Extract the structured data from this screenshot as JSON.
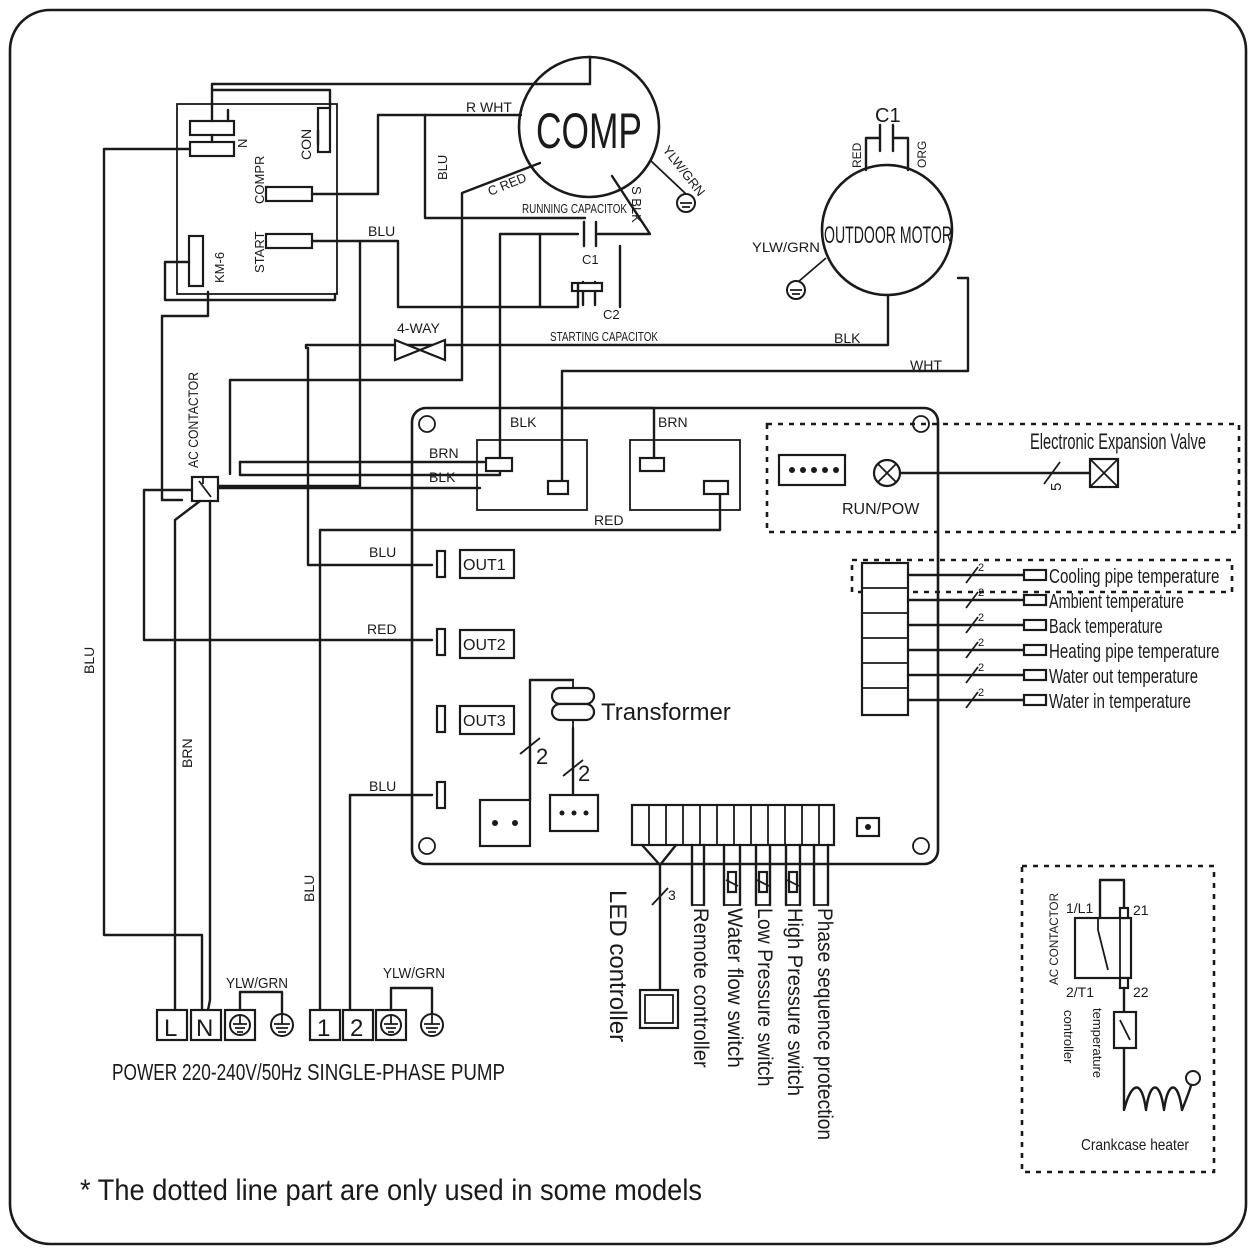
{
  "components": {
    "comp": "COMP",
    "con": "CON",
    "compr": "COMPR",
    "n": "N",
    "start": "START",
    "km6": "KM-6",
    "c1": "C1",
    "c2": "C2",
    "running_cap": "RUNNING CAPACITOK",
    "starting_cap": "STARTING CAPACITOK",
    "outdoor_motor": "OUTDOOR MOTOR",
    "four_way": "4-WAY",
    "ac_contactor": "AC CONTACTOR",
    "run_pow": "RUN/POW",
    "eev": "Electronic Expansion Valve",
    "transformer": "Transformer",
    "out1": "OUT1",
    "out2": "OUT2",
    "out3": "OUT3"
  },
  "wires": {
    "r_wht": "R WHT",
    "c_red": "C RED",
    "s_blk": "S BLK",
    "blu": "BLU",
    "blk": "BLK",
    "brn": "BRN",
    "red": "RED",
    "wht": "WHT",
    "org": "ORG",
    "ylw_grn": "YLW/GRN"
  },
  "sensors": [
    "Cooling pipe temperature",
    "Ambient temperature",
    "Back temperature",
    "Heating pipe temperature",
    "Water out temperature",
    "Water in temperature"
  ],
  "wire_counts": {
    "sensor": "2",
    "eev": "5",
    "led": "3",
    "transformer": "2"
  },
  "bottom_inputs": [
    "Phase sequence protection",
    "High Pressure switch",
    "Low Pressure switch",
    "Water flow switch",
    "Remote controller"
  ],
  "led_controller": "LED controller",
  "terminals": {
    "l": "L",
    "n": "N",
    "one": "1",
    "two": "2"
  },
  "power_label": "POWER 220-240V/50Hz",
  "pump_label": "SINGLE-PHASE PUMP",
  "crankcase": {
    "contactor": "AC CONTACTOR",
    "l1": "1/L1",
    "t1": "2/T1",
    "n21": "21",
    "n22": "22",
    "temp_controller_1": "temperature",
    "temp_controller_2": "controller",
    "heater": "Crankcase heater"
  },
  "footnote": "* The dotted line part are only used in some models"
}
